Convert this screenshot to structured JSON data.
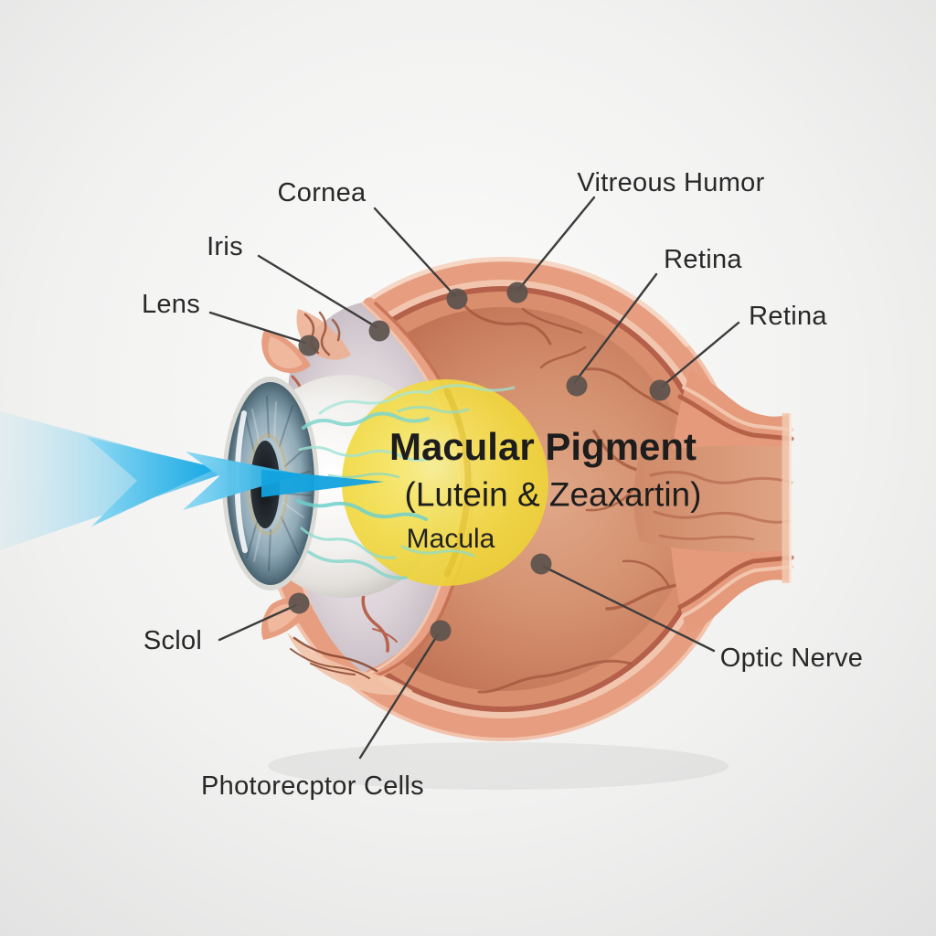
{
  "labels": [
    {
      "id": "cornea",
      "text": "Cornea"
    },
    {
      "id": "vitreous-humor",
      "text": "Vitreous Humor"
    },
    {
      "id": "iris",
      "text": "Iris"
    },
    {
      "id": "lens",
      "text": "Lens"
    },
    {
      "id": "retina-upper",
      "text": "Retina"
    },
    {
      "id": "retina-lower",
      "text": "Retina"
    },
    {
      "id": "sclera",
      "text": "Sclol"
    },
    {
      "id": "optic-nerve",
      "text": "Optic Nerve"
    },
    {
      "id": "photoreceptor-cells",
      "text": "Photorecptor Cells"
    }
  ],
  "center_text": {
    "title": "Macular Pigment",
    "subtitle": "(Lutein & Zeaxartin)",
    "caption": "Macula"
  },
  "palette": {
    "light_beam_blue": "#14a9e4",
    "macula_yellow": "#f2d93f",
    "sclera_salmon": "#e79d7f",
    "choroid_dark": "#b4604a",
    "iris_blue_gray": "#8aa0ac",
    "anterior_gray": "#d8cfd5",
    "background": "#ededec",
    "label_text": "#282828"
  }
}
